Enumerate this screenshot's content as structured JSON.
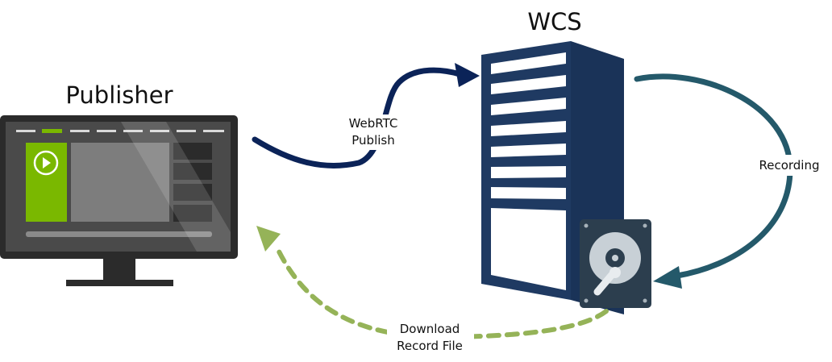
{
  "nodes": {
    "publisher": {
      "title": "Publisher"
    },
    "server": {
      "title": "WCS"
    }
  },
  "edges": {
    "publish": {
      "line1": "WebRTC",
      "line2": "Publish"
    },
    "recording": {
      "label": "Recording"
    },
    "download": {
      "line1": "Download",
      "line2": "Record File"
    }
  },
  "colors": {
    "publish_arrow": "#0b2358",
    "recording_arrow": "#24596a",
    "download_arrow": "#95b358",
    "server_body": "#1f3a62",
    "monitor_frame": "#2b2b2b",
    "accent_green": "#7ab800"
  }
}
